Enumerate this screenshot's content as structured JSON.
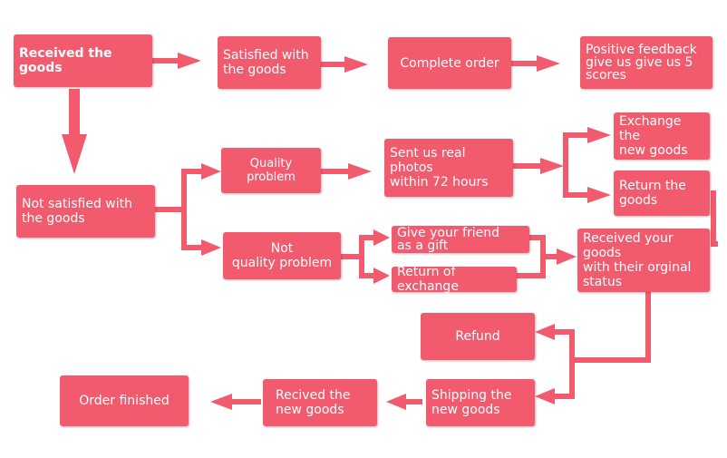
{
  "theme": {
    "node_color": "#f25b6e",
    "text_color": "#ffffff",
    "background": "#ffffff"
  },
  "nodes": {
    "received_goods": "Received the goods",
    "satisfied": "Satisfied with\nthe goods",
    "complete_order": "Complete order",
    "positive_feedback": "Positive feedback\ngive us give us 5\nscores",
    "not_satisfied": "Not satisfied with\nthe goods",
    "quality_problem": "Quality problem",
    "sent_photos": "Sent us real photos\nwithin 72 hours",
    "exchange_goods": "Exchange the\nnew goods",
    "return_goods": "Return the\ngoods",
    "not_quality_problem": "Not\nquality problem",
    "give_friend": "Give your friend\nas a gift",
    "return_exchange": "Return of exchange",
    "received_original": "Received your goods\nwith their orginal\nstatus",
    "refund": "Refund",
    "shipping_goods": "Shipping the\nnew goods",
    "recived_new_goods": "Recived the\nnew goods",
    "order_finished": "Order finished"
  }
}
